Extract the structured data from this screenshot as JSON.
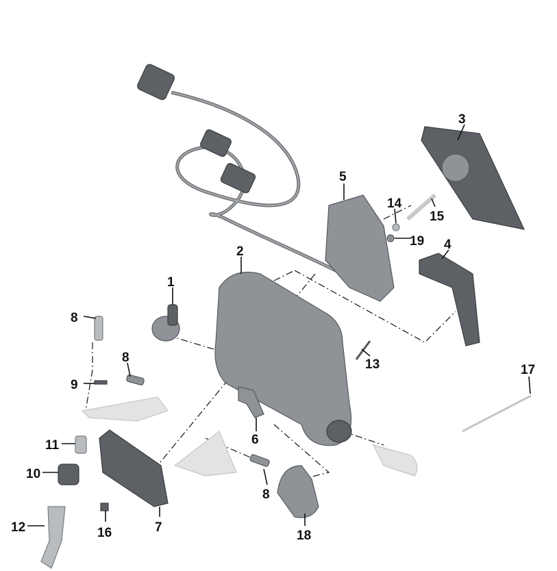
{
  "diagram": {
    "type": "exploded-parts-diagram",
    "callouts": [
      {
        "id": "c1",
        "number": "1"
      },
      {
        "id": "c2",
        "number": "2"
      },
      {
        "id": "c3",
        "number": "3"
      },
      {
        "id": "c4",
        "number": "4"
      },
      {
        "id": "c5",
        "number": "5"
      },
      {
        "id": "c6",
        "number": "6"
      },
      {
        "id": "c7",
        "number": "7"
      },
      {
        "id": "c8a",
        "number": "8"
      },
      {
        "id": "c8b",
        "number": "8"
      },
      {
        "id": "c8c",
        "number": "8"
      },
      {
        "id": "c9",
        "number": "9"
      },
      {
        "id": "c10",
        "number": "10"
      },
      {
        "id": "c11",
        "number": "11"
      },
      {
        "id": "c12",
        "number": "12"
      },
      {
        "id": "c13",
        "number": "13"
      },
      {
        "id": "c14",
        "number": "14"
      },
      {
        "id": "c15",
        "number": "15"
      },
      {
        "id": "c16",
        "number": "16"
      },
      {
        "id": "c17",
        "number": "17"
      },
      {
        "id": "c18",
        "number": "18"
      },
      {
        "id": "c19",
        "number": "19"
      }
    ]
  }
}
